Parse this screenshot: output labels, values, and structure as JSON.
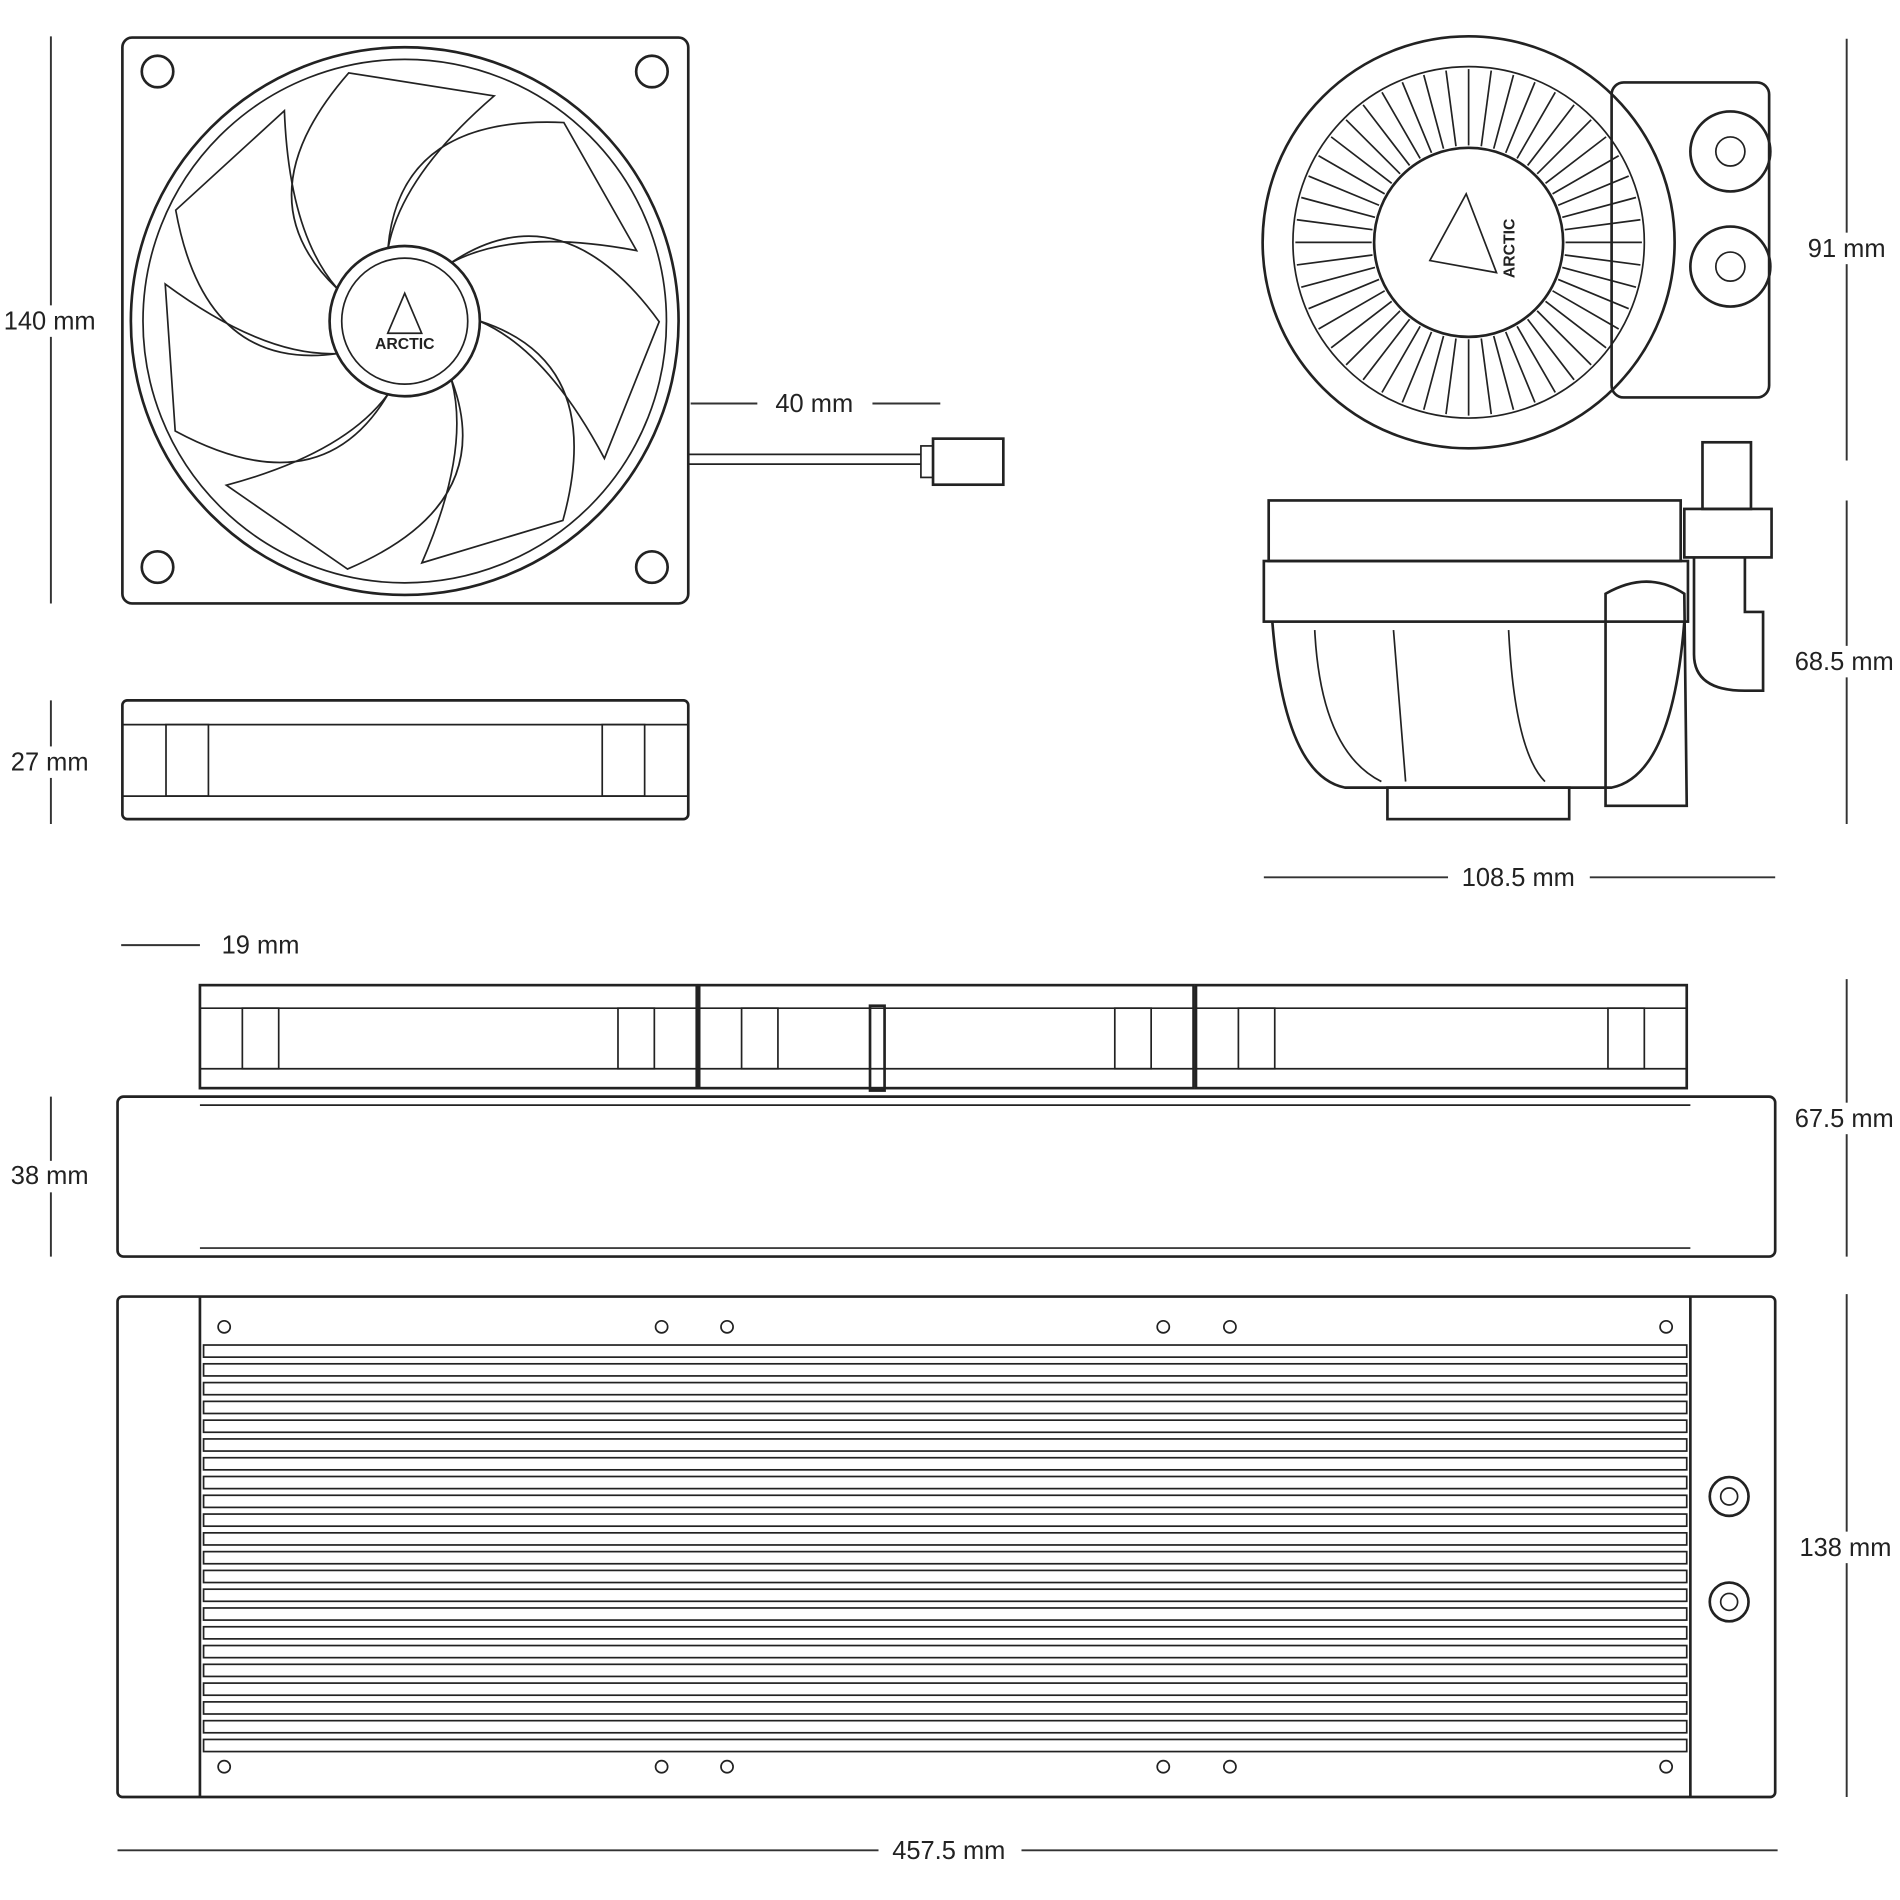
{
  "brand": "ARCTIC",
  "dimensions": {
    "fan_size": "140 mm",
    "cable_offset": "40 mm",
    "fan_thickness": "27 mm",
    "pump_height": "91 mm",
    "pump_side_height": "68.5 mm",
    "pump_width": "108.5 mm",
    "radiator_offset": "19 mm",
    "radiator_thickness": "38 mm",
    "radiator_with_fans": "67.5 mm",
    "radiator_width": "138 mm",
    "radiator_length": "457.5 mm"
  }
}
